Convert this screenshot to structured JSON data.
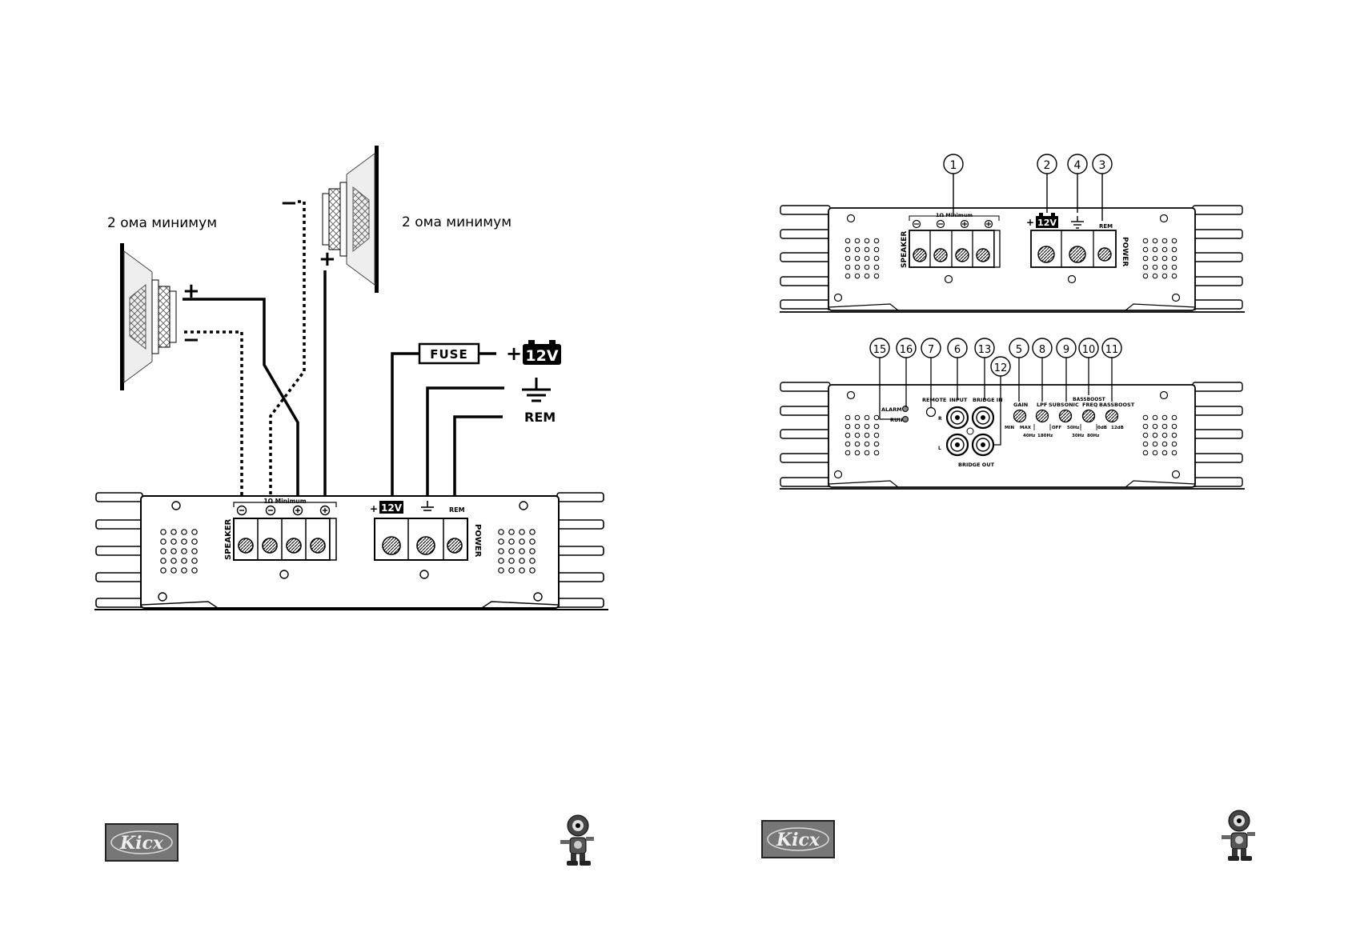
{
  "left_page": {
    "speaker_left_label": "2 ома минимум",
    "speaker_right_label": "2 ома минимум",
    "plus": "+",
    "minus": "−",
    "fuse": "FUSE",
    "battery": "12V",
    "battery_plus": "+",
    "rem": "REM",
    "amp": {
      "minimum_label": "1Ω Minimum",
      "speaker": "SPEAKER",
      "power": "POWER",
      "rem": "REM",
      "battery": "12V",
      "battery_plus": "+"
    }
  },
  "right_page": {
    "top_amp": {
      "minimum_label": "1Ω Minimum",
      "speaker": "SPEAKER",
      "power": "POWER",
      "rem": "REM",
      "battery": "12V",
      "battery_plus": "+",
      "callouts": [
        "1",
        "2",
        "4",
        "3"
      ]
    },
    "bottom_amp": {
      "callouts": [
        "15",
        "16",
        "7",
        "6",
        "13",
        "12",
        "5",
        "8",
        "9",
        "10",
        "11"
      ],
      "alarm": "ALARM",
      "run": "RUN",
      "remote": "REMOTE",
      "input": "INPUT",
      "bridge_in": "BRIDGE IN",
      "bridge_out": "BRIDGE OUT",
      "r": "R",
      "l": "L",
      "gain": "GAIN",
      "lpf": "LPF",
      "subsonic": "SUBSONIC",
      "bassboost_freq_top": "BASSBOOST",
      "freq": "FREQ",
      "bassboost": "BASSBOOST",
      "gain_min": "MIN",
      "gain_max": "MAX",
      "lpf_min": "40Hz",
      "lpf_max": "180Hz",
      "sub_off": "OFF",
      "sub_max": "50Hz",
      "freq_min": "30Hz",
      "freq_max": "80Hz",
      "boost_min": "0dB",
      "boost_max": "12dB"
    }
  },
  "footer": {
    "logo_text": "Kicx"
  }
}
